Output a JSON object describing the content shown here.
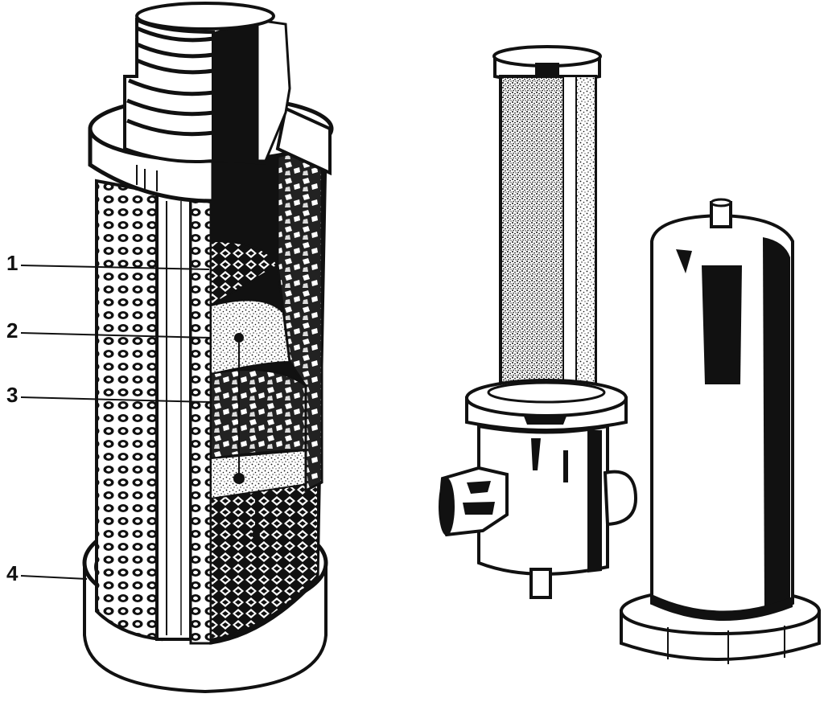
{
  "figure": {
    "callouts": [
      {
        "label": "1"
      },
      {
        "label": "2"
      },
      {
        "label": "3"
      },
      {
        "label": "4"
      }
    ],
    "parts": [
      {
        "name": "filter-element-cutaway"
      },
      {
        "name": "filter-cartridge-with-head"
      },
      {
        "name": "filter-housing-bowl"
      }
    ]
  }
}
